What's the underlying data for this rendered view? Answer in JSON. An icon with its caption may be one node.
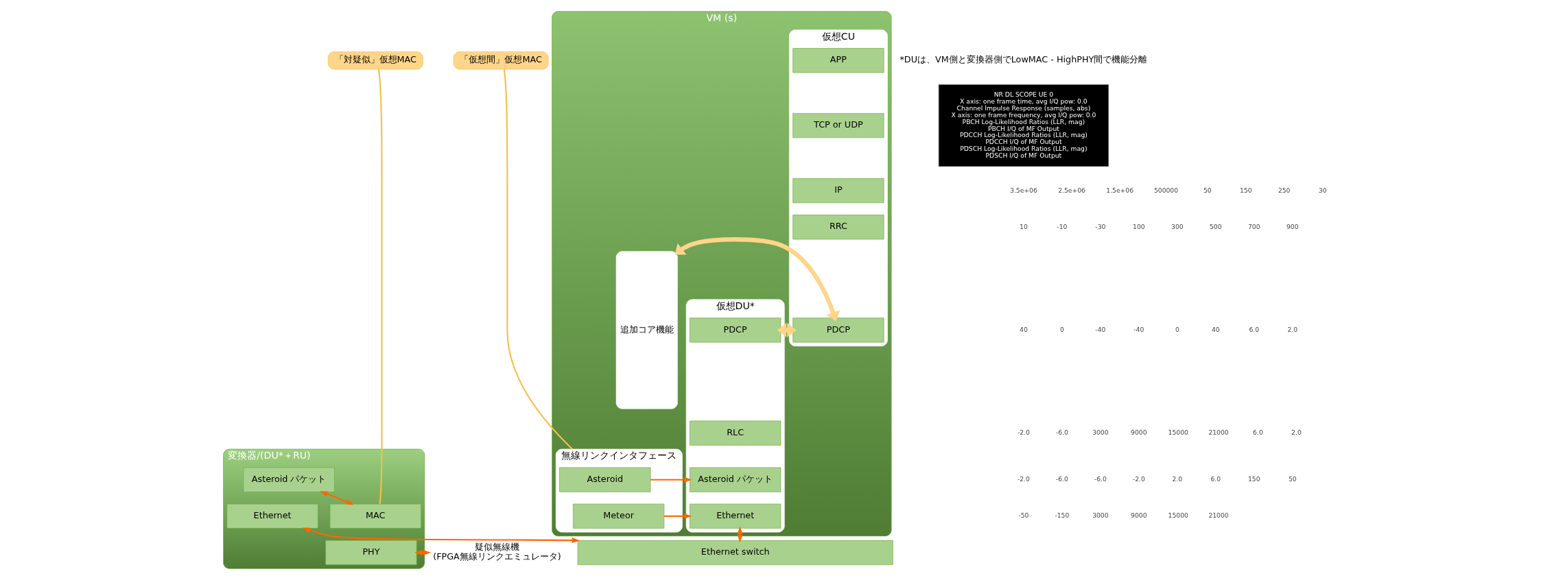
{
  "diagram": {
    "nodes": [
      {
        "text": [
          "VM (s)"
        ]
      },
      {
        "text": [
          "追加コア機能"
        ],
        "in": 0
      },
      {
        "text": [
          "仮想CU"
        ],
        "in": 0
      },
      {
        "text": [
          "APP"
        ],
        "in": 2
      },
      {
        "text": [
          "TCP or UDP"
        ],
        "in": 2
      },
      {
        "text": [
          "IP"
        ],
        "in": 2
      },
      {
        "text": [
          "RRC"
        ],
        "in": 2
      },
      {
        "text": [
          "PDCP"
        ],
        "in": 2
      },
      {
        "text": [
          "仮想DU*"
        ],
        "in": 0
      },
      {
        "text": [
          "PDCP"
        ],
        "in": 8
      },
      {
        "text": [
          "RLC"
        ],
        "in": 8
      },
      {
        "text": [
          "Asteroid パケット"
        ],
        "in": 8
      },
      {
        "text": [
          "Ethernet"
        ],
        "in": 8
      },
      {
        "text": [
          "無線リンクインタフェース"
        ],
        "in": 0
      },
      {
        "text": [
          "Asteroid"
        ],
        "in": 13
      },
      {
        "text": [
          "Meteor"
        ],
        "in": 13
      },
      {
        "text": [
          "「仮想間」仮想MAC"
        ]
      },
      {
        "text": [
          "変換器/(DU*＋RU)"
        ]
      },
      {
        "text": [
          "Asteroid パケット"
        ],
        "in": 17
      },
      {
        "text": [
          "Ethernet"
        ],
        "in": 17
      },
      {
        "text": [
          "MAC"
        ],
        "in": 17
      },
      {
        "text": [
          "PHY"
        ],
        "in": 17
      },
      {
        "text": [
          "「対疑似」仮想MAC"
        ]
      },
      {
        "text": [
          "Ethernet switch"
        ]
      },
      {
        "text": [
          "疑似無線機",
          "(FPGA無線リンクエミュレータ)"
        ]
      },
      {
        "text": [
          "NR DL SCOPE UE 0",
          "X axis: one frame time, avg I/Q pow: 0.0",
          "Channel Impulse Response (samples, abs)",
          "X axis: one frame frequency, avg I/Q pow: 0.0",
          "PBCH Log-Likelihood Ratios (LLR, mag)",
          "PBCH I/Q of MF Output",
          "PDCCH Log-Likelihood Ratios (LLR, mag)",
          "PDCCH I/Q of MF Output",
          "PDSCH Log-Likelihood Ratios (LLR, mag)",
          "PDSCH I/Q of MF Output"
        ]
      }
    ],
    "edges": [
      {
        "from": 1,
        "to": 7,
        "arrow": "both",
        "style": "thick",
        "color": "#ffd58a"
      },
      {
        "from": 7,
        "to": 9,
        "arrow": "both",
        "style": "thick",
        "color": "#ffd58a"
      },
      {
        "from": 14,
        "to": 11,
        "arrow": "to"
      },
      {
        "from": 15,
        "to": 12,
        "arrow": "to"
      },
      {
        "from": 16,
        "to": 13,
        "arrow": "none",
        "color": "#f5c04a"
      },
      {
        "from": 12,
        "to": 23,
        "arrow": "both"
      },
      {
        "from": 20,
        "to": 18,
        "arrow": "both"
      },
      {
        "from": 22,
        "to": 20,
        "arrow": "none",
        "color": "#f5c04a"
      },
      {
        "from": 19,
        "to": 23,
        "arrow": "both"
      },
      {
        "from": 21,
        "to": 24,
        "arrow": "both"
      }
    ],
    "labels": [
      "*DUは、VM側と変換器側でLowMAC - HighPHY間で機能分離",
      "3.5e+06",
      "2.5e+06",
      "1.5e+06",
      "500000",
      "50",
      "150",
      "250",
      "30",
      "10",
      "-10",
      "-30",
      "100",
      "300",
      "500",
      "700",
      "900",
      "40",
      "0",
      "-40",
      "-40",
      "0",
      "40",
      "6.0",
      "2.0",
      "-2.0",
      "-6.0",
      "3000",
      "9000",
      "15000",
      "21000",
      "6.0",
      "2.0",
      "-2.0",
      "-6.0",
      "-6.0",
      "-2.0",
      "2.0",
      "6.0",
      "150",
      "50",
      "-50",
      "-150",
      "3000",
      "9000",
      "15000",
      "21000"
    ]
  }
}
